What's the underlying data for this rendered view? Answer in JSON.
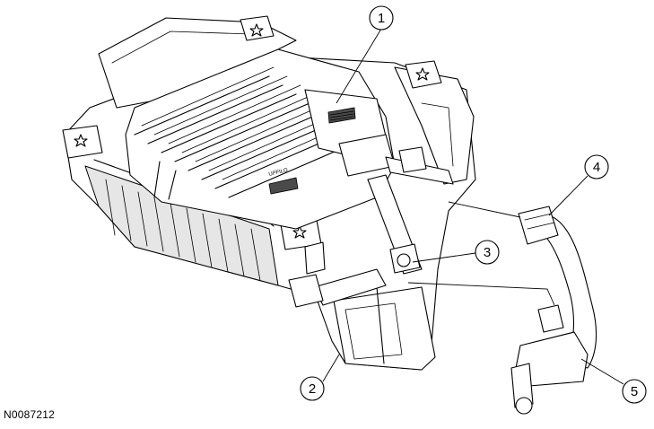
{
  "figure_id": "N0087212",
  "callouts": [
    {
      "label": "1"
    },
    {
      "label": "2"
    },
    {
      "label": "3"
    },
    {
      "label": "4"
    },
    {
      "label": "5"
    }
  ]
}
